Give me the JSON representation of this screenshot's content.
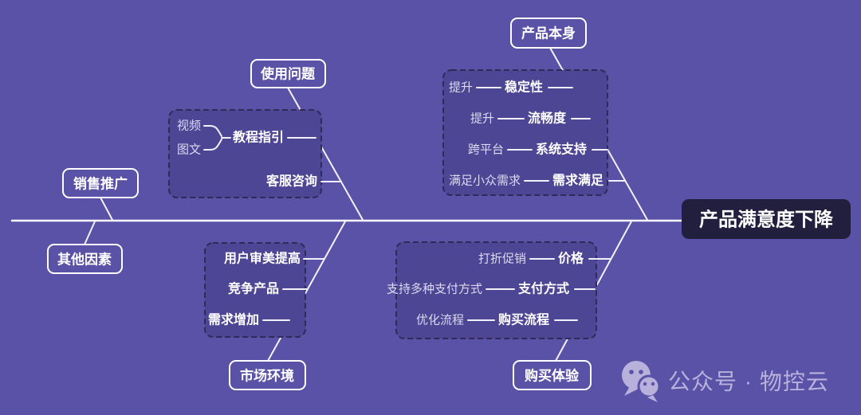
{
  "colors": {
    "background": "#5A52A6",
    "panel_fill": "#4C4694",
    "panel_border": "#2F2A58",
    "line": "#F2F1FA",
    "node_border": "#FFFFFF",
    "head_fill": "#221E3E",
    "text_primary": "#FFFFFF",
    "text_secondary": "#DCD9F0",
    "watermark": "#B7B1DC"
  },
  "fishbone": {
    "effect": "产品满意度下降",
    "branches": [
      {
        "key": "product-itself",
        "side": "top",
        "label": "产品本身",
        "items": [
          {
            "detail": "提升",
            "factor": "稳定性"
          },
          {
            "detail": "提升",
            "factor": "流畅度"
          },
          {
            "detail": "跨平台",
            "factor": "系统支持"
          },
          {
            "detail": "满足小众需求",
            "factor": "需求满足"
          }
        ]
      },
      {
        "key": "usage-problems",
        "side": "top",
        "label": "使用问题",
        "items": [
          {
            "factor": "教程指引",
            "details": [
              "视频",
              "图文"
            ]
          },
          {
            "factor": "客服咨询"
          }
        ]
      },
      {
        "key": "sales-promotion",
        "side": "top",
        "label": "销售推广",
        "items": []
      },
      {
        "key": "other-factors",
        "side": "bottom",
        "label": "其他因素",
        "items": []
      },
      {
        "key": "market-environment",
        "side": "bottom",
        "label": "市场环境",
        "items": [
          {
            "factor": "用户审美提高"
          },
          {
            "factor": "竞争产品"
          },
          {
            "factor": "需求增加"
          }
        ]
      },
      {
        "key": "purchase-experience",
        "side": "bottom",
        "label": "购买体验",
        "items": [
          {
            "detail": "打折促销",
            "factor": "价格"
          },
          {
            "detail": "支持多种支付方式",
            "factor": "支付方式"
          },
          {
            "detail": "优化流程",
            "factor": "购买流程"
          }
        ]
      }
    ]
  },
  "watermark": {
    "icon": "wechat-logo",
    "text": "公众号 · 物控云"
  }
}
